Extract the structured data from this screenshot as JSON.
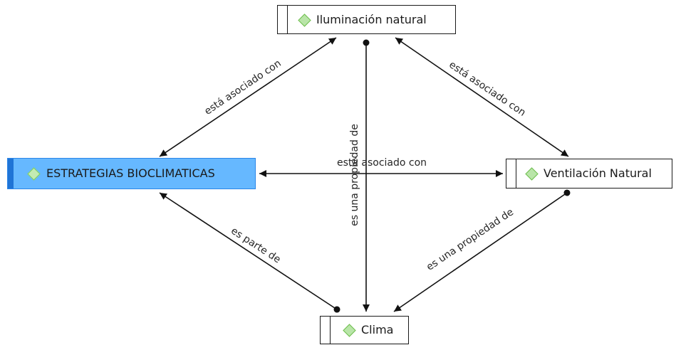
{
  "colors": {
    "line": "#111111",
    "node_border": "#1a1a1a",
    "selected_fill": "#66b8ff",
    "selected_accent": "#1f74d6",
    "diamond_fill": "#b9e5a8",
    "diamond_border": "#6fbf4f"
  },
  "nodes": {
    "iluminacion": {
      "label": "Iluminación natural",
      "icon": "diamond-icon"
    },
    "estrategias": {
      "label": "ESTRATEGIAS BIOCLIMATICAS",
      "icon": "diamond-icon",
      "selected": true
    },
    "ventilacion": {
      "label": "Ventilación Natural",
      "icon": "diamond-icon"
    },
    "clima": {
      "label": "Clima",
      "icon": "diamond-icon"
    }
  },
  "edges": [
    {
      "id": "estrategias-iluminacion",
      "from": "estrategias",
      "to": "iluminacion",
      "label": "está asociado con",
      "start_marker": "arrow",
      "end_marker": "arrow"
    },
    {
      "id": "iluminacion-ventilacion",
      "from": "iluminacion",
      "to": "ventilacion",
      "label": "está asociado con",
      "start_marker": "arrow",
      "end_marker": "arrow"
    },
    {
      "id": "estrategias-ventilacion",
      "from": "estrategias",
      "to": "ventilacion",
      "label": "está asociado con",
      "start_marker": "arrow",
      "end_marker": "arrow"
    },
    {
      "id": "iluminacion-clima",
      "from": "iluminacion",
      "to": "clima",
      "label": "es una propiedad de",
      "start_marker": "dot",
      "end_marker": "arrow"
    },
    {
      "id": "clima-estrategias",
      "from": "clima",
      "to": "estrategias",
      "label": "es parte de",
      "start_marker": "dot",
      "end_marker": "arrow"
    },
    {
      "id": "ventilacion-clima",
      "from": "ventilacion",
      "to": "clima",
      "label": "es una propiedad de",
      "start_marker": "dot",
      "end_marker": "arrow"
    }
  ]
}
